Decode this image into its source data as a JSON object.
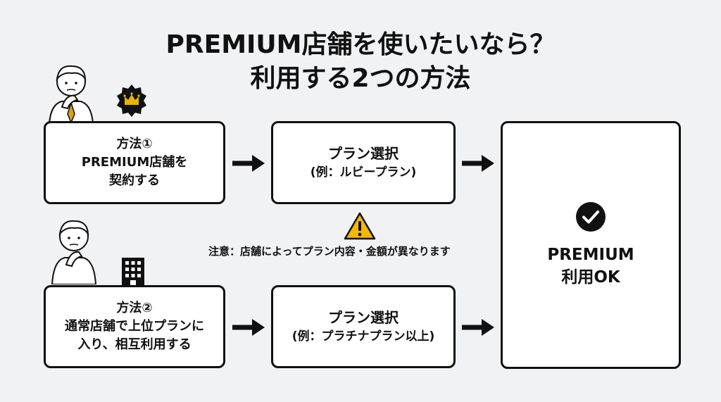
{
  "title": {
    "line1": "PREMIUM店舗を使いたいなら？",
    "line2": "利用する2つの方法"
  },
  "methods": [
    {
      "heading": "方法①",
      "lines": [
        "PREMIUM店舗を",
        "契約する"
      ],
      "plan_title": "プラン選択",
      "plan_example": "(例：ルビープラン)"
    },
    {
      "heading": "方法②",
      "lines": [
        "通常店舗で上位プランに",
        "入り、相互利用する"
      ],
      "plan_title": "プラン選択",
      "plan_example": "(例：プラチナプラン以上)"
    }
  ],
  "note": "注意：店舗によってプラン内容・金額が異なります",
  "result": {
    "lines": [
      "PREMIUM",
      "利用OK"
    ]
  },
  "icons": {
    "person1": "thinking-person-icon",
    "badge": "crown-badge-icon",
    "person2": "thinking-person-icon",
    "building": "building-icon",
    "warning": "warning-icon",
    "check": "check-circle-icon"
  },
  "colors": {
    "background": "#f1f2f4",
    "box_border": "#111111",
    "warning": "#f5b800"
  }
}
